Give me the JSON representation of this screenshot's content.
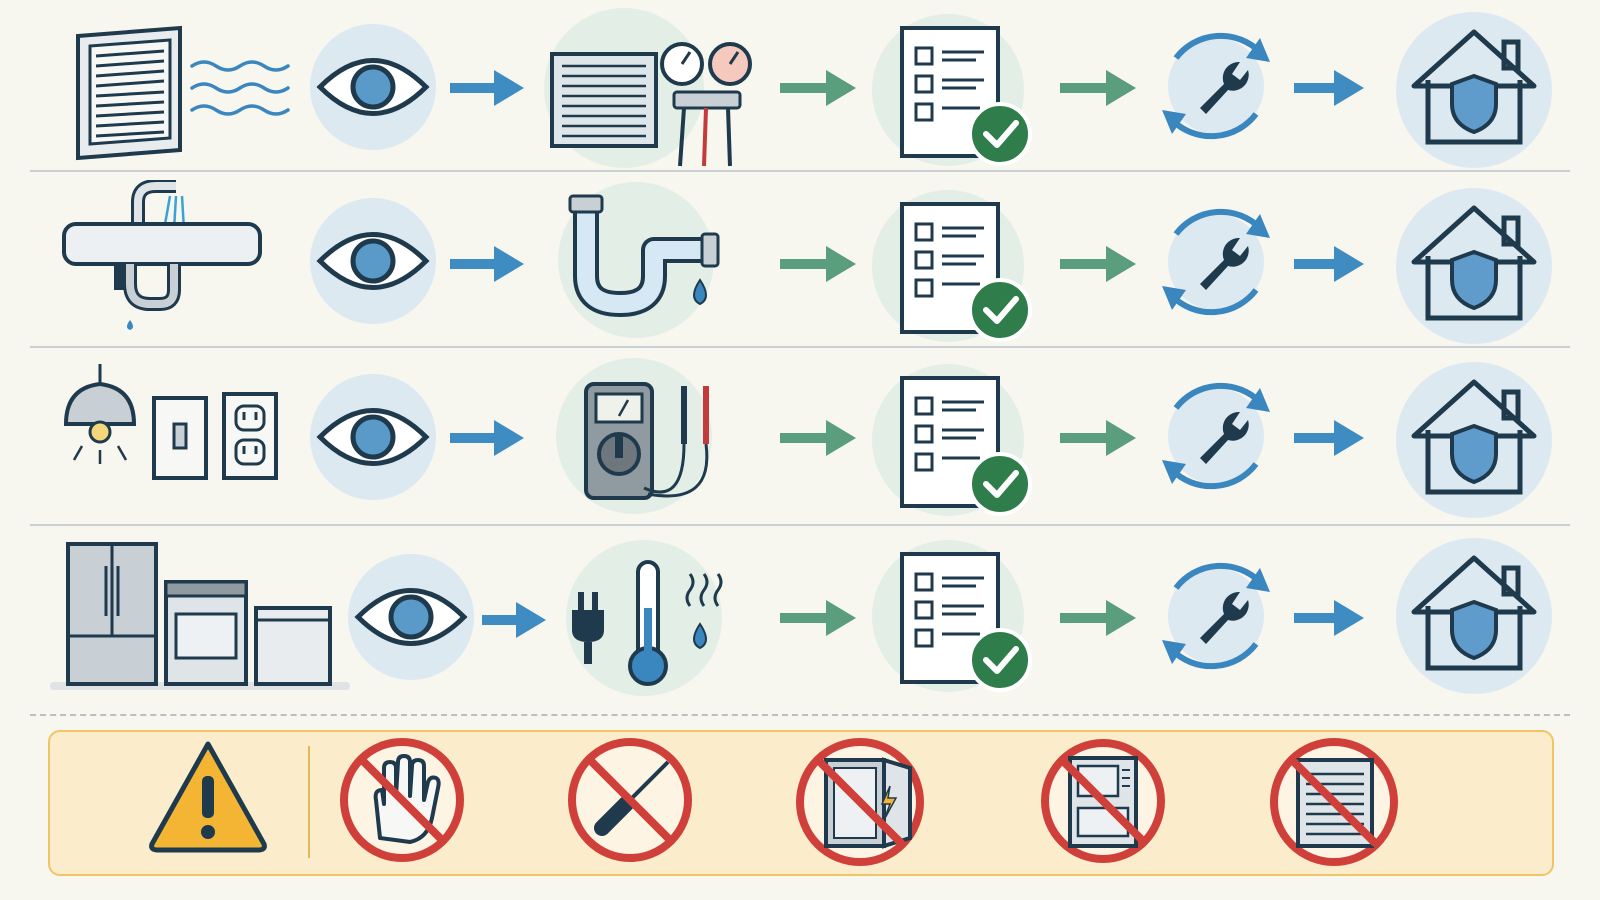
{
  "diagram": {
    "steps": [
      "inspect-icon",
      "diagnose-icon",
      "checklist-icon",
      "maintain-icon",
      "protected-home-icon"
    ],
    "rows": [
      {
        "system": "hvac",
        "source_icon": "air-vent-icon",
        "diagnose_icon": "ac-unit-gauges-icon"
      },
      {
        "system": "plumbing",
        "source_icon": "sink-pipes-icon",
        "diagnose_icon": "p-trap-leak-icon"
      },
      {
        "system": "electrical",
        "source_icon": "lamp-switch-outlet-icon",
        "diagnose_icon": "multimeter-icon"
      },
      {
        "system": "appliances",
        "source_icon": "kitchen-appliances-icon",
        "diagnose_icon": "plug-temperature-moisture-icon"
      }
    ],
    "warning": {
      "icon": "warning-triangle-icon",
      "prohibited": [
        "no-touch-icon",
        "no-screwdriver-icon",
        "no-open-panel-icon",
        "no-appliance-opening-icon",
        "no-unit-opening-icon"
      ]
    },
    "colors": {
      "navy": "#1e3a4c",
      "blue": "#3a86bf",
      "green": "#4e9a74",
      "check_green": "#2f7d4a",
      "prohibit_red": "#d0403a",
      "warning_yellow": "#f4b534",
      "panel_bg": "#fbeccb"
    }
  }
}
